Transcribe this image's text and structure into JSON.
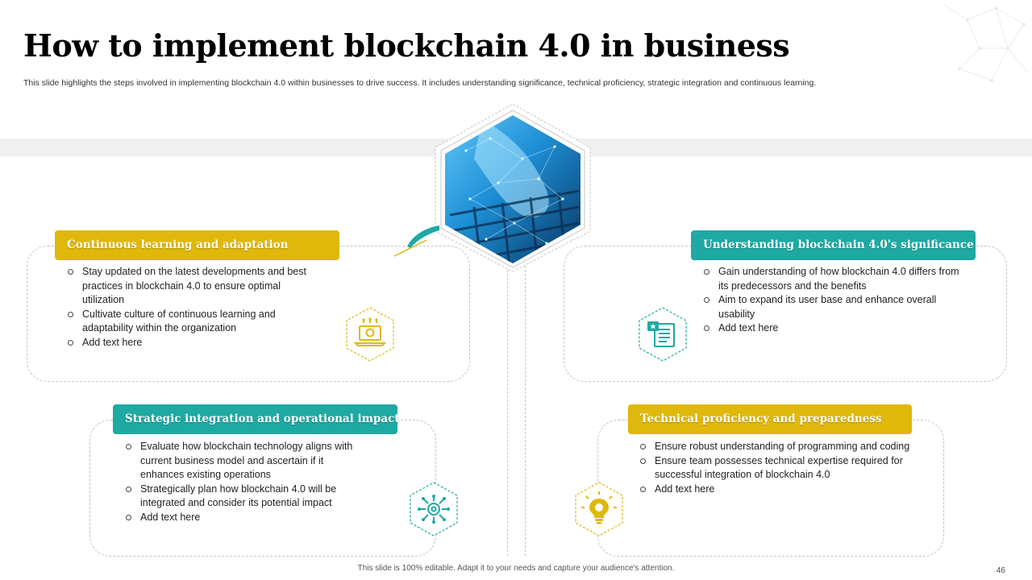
{
  "slide": {
    "title": "How to implement blockchain 4.0 in business",
    "subtitle": "This slide highlights the steps involved in implementing blockchain 4.0 within businesses to drive success. It includes understanding significance, technical proficiency, strategic integration and continuous learning.",
    "footer": "This slide is 100% editable. Adapt it to your needs and capture your audience's attention.",
    "page_number": "46"
  },
  "colors": {
    "gold": "#dfb80b",
    "teal": "#1ea9a3"
  },
  "sections": {
    "learning": {
      "heading": "Continuous learning and adaptation",
      "icon": "ai-laptop-icon",
      "bullets": [
        "Stay updated on the latest developments and best practices in blockchain 4.0 to ensure optimal utilization",
        "Cultivate culture of continuous learning and adaptability within the organization",
        "Add text here"
      ]
    },
    "significance": {
      "heading": "Understanding blockchain 4.0's significance",
      "icon": "documents-icon",
      "bullets": [
        "Gain understanding of how blockchain 4.0 differs from its predecessors and the benefits",
        "Aim to expand its user base and enhance overall usability",
        "Add text here"
      ]
    },
    "strategic": {
      "heading": "Strategic integration and operational impact",
      "icon": "gear-network-icon",
      "bullets": [
        "Evaluate how blockchain technology aligns with current business model and ascertain if it enhances existing operations",
        "Strategically plan how blockchain 4.0 will be integrated and consider its potential impact",
        "Add text here"
      ]
    },
    "technical": {
      "heading": "Technical proficiency and preparedness",
      "icon": "lightbulb-icon",
      "bullets": [
        "Ensure robust understanding of programming and coding",
        "Ensure team possesses technical expertise required for successful integration of blockchain 4.0",
        "Add text here"
      ]
    }
  }
}
